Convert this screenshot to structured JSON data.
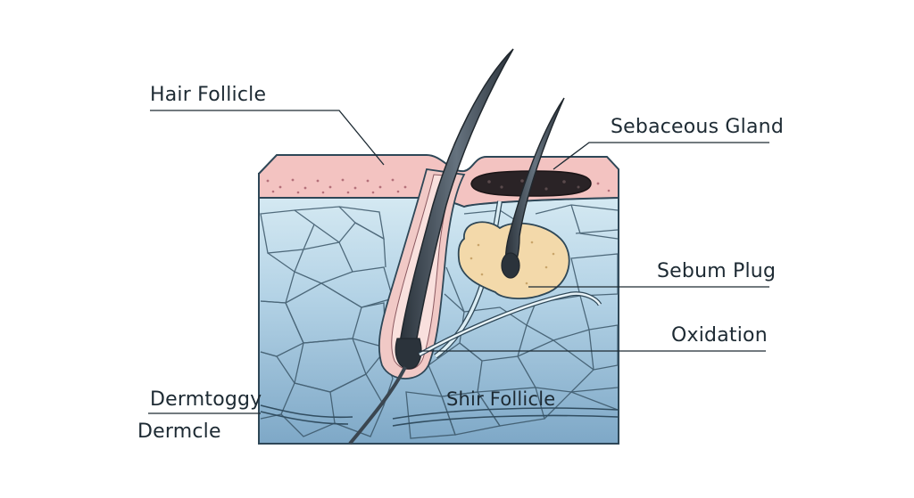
{
  "labels": {
    "hair_follicle": "Hair Follicle",
    "sebaceous_gland": "Sebaceous Gland",
    "sebum_plug": "Sebum Plug",
    "oxidation": "Oxidation",
    "dermtoggy": "Dermtoggy",
    "dermcle": "Dermcle",
    "shir_follicle": "Shir Follicle"
  },
  "colors": {
    "epidermis": "#f3c3c1",
    "dermis_light": "#d6eaf2",
    "dermis_mid": "#a9cbe0",
    "dermis_deep": "#7fa9c8",
    "cell_line": "#2e4757",
    "hair": "#3b4650",
    "sebum": "#f3d9aa",
    "blackhead": "#2a2326",
    "text": "#1d2a33"
  }
}
